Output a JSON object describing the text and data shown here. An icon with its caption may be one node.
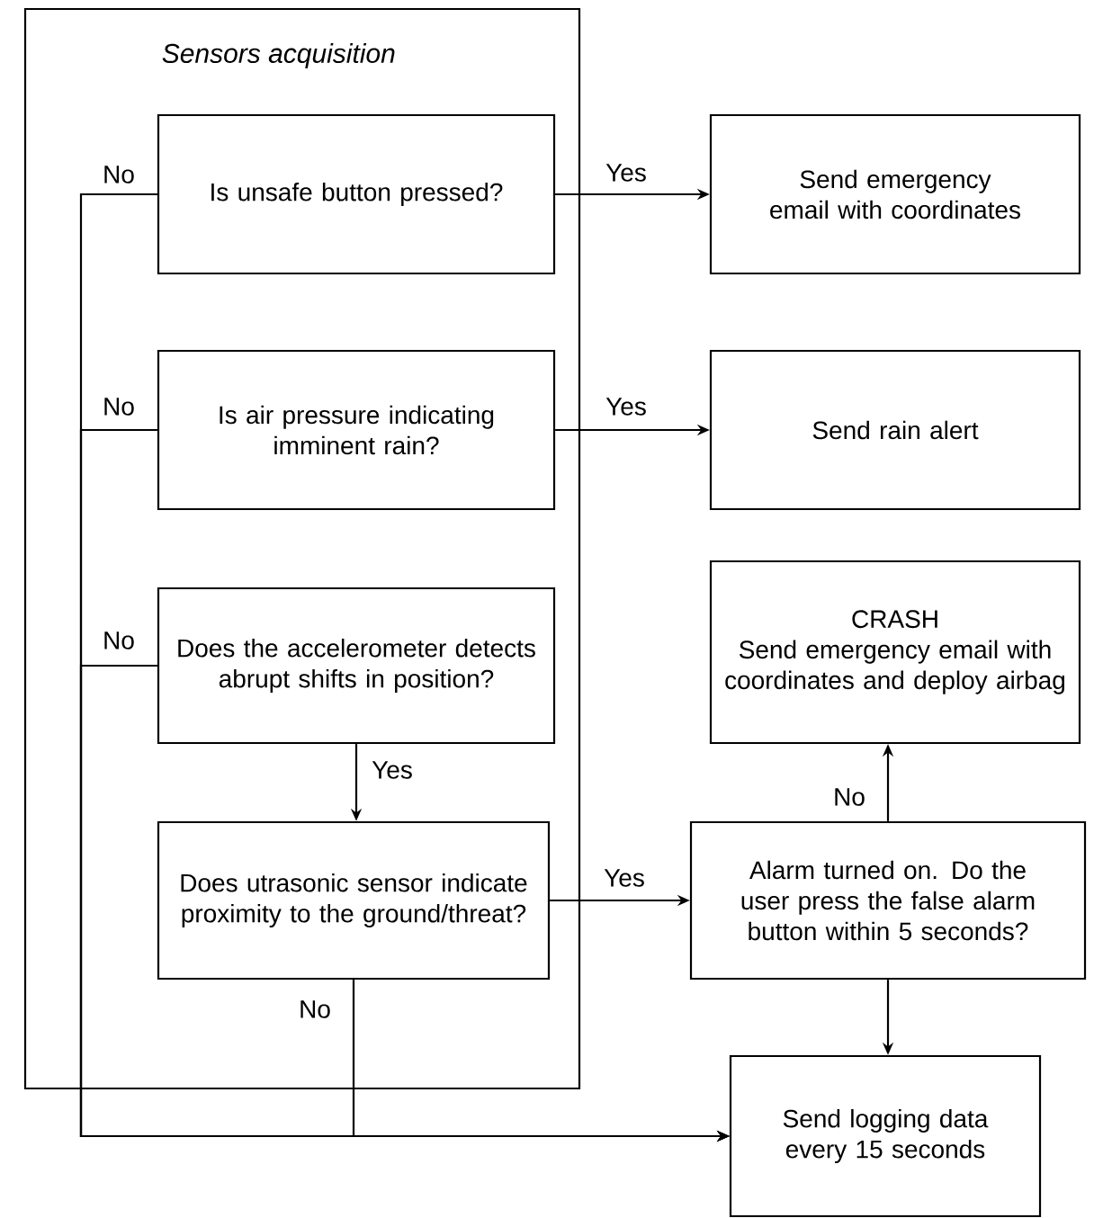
{
  "diagram": {
    "nodes": [
      {
        "text": [
          "Sensors acquisition"
        ]
      },
      {
        "text": [
          "Is unsafe button pressed?"
        ],
        "in": 0
      },
      {
        "text": [
          "Is air pressure indicating imminent rain?"
        ],
        "in": 0
      },
      {
        "text": [
          "Does the accelerometer detects abrupt shifts in position?"
        ],
        "in": 0
      },
      {
        "text": [
          "Does utrasonic sensor indicate proximity to the ground/threat?"
        ],
        "in": 0
      },
      {
        "text": [
          "Send emergency email with coordinates"
        ]
      },
      {
        "text": [
          "Send rain alert"
        ]
      },
      {
        "text": [
          "CRASH",
          "Send emergency email with coordinates and deploy airbag"
        ]
      },
      {
        "text": [
          "Alarm turned on. Do the user press the false alarm button within 5 seconds?"
        ]
      },
      {
        "text": [
          "Send logging data every 15 seconds"
        ]
      }
    ],
    "edges": [
      {
        "from": 1,
        "to": 5,
        "arrow": "to",
        "label": "Yes"
      },
      {
        "from": 2,
        "to": 6,
        "arrow": "to",
        "label": "Yes"
      },
      {
        "from": 3,
        "to": 4,
        "arrow": "to",
        "label": "Yes"
      },
      {
        "from": 4,
        "to": 8,
        "arrow": "to",
        "label": "Yes"
      },
      {
        "from": 8,
        "to": 7,
        "arrow": "to",
        "label": "No"
      },
      {
        "from": 8,
        "to": 9,
        "arrow": "to"
      },
      {
        "from": 1,
        "to": 9,
        "arrow": "to",
        "label": "No"
      },
      {
        "from": 2,
        "to": 9,
        "arrow": "to",
        "label": "No"
      },
      {
        "from": 3,
        "to": 9,
        "arrow": "to",
        "label": "No"
      },
      {
        "from": 4,
        "to": 9,
        "arrow": "to",
        "label": "No"
      }
    ]
  }
}
